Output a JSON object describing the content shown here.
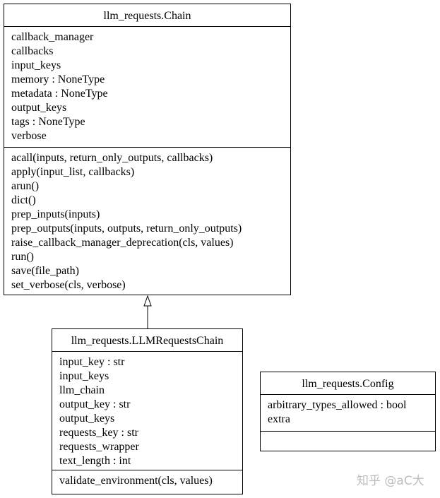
{
  "classes": {
    "chain": {
      "name": "llm_requests.Chain",
      "attributes": [
        "callback_manager",
        "callbacks",
        "input_keys",
        "memory : NoneType",
        "metadata : NoneType",
        "output_keys",
        "tags : NoneType",
        "verbose"
      ],
      "methods": [
        "acall(inputs, return_only_outputs, callbacks)",
        "apply(input_list, callbacks)",
        "arun()",
        "dict()",
        "prep_inputs(inputs)",
        "prep_outputs(inputs, outputs, return_only_outputs)",
        "raise_callback_manager_deprecation(cls, values)",
        "run()",
        "save(file_path)",
        "set_verbose(cls, verbose)"
      ]
    },
    "llm_requests_chain": {
      "name": "llm_requests.LLMRequestsChain",
      "attributes": [
        "input_key : str",
        "input_keys",
        "llm_chain",
        "output_key : str",
        "output_keys",
        "requests_key : str",
        "requests_wrapper",
        "text_length : int"
      ],
      "methods": [
        "validate_environment(cls, values)"
      ]
    },
    "config": {
      "name": "llm_requests.Config",
      "attributes": [
        "arbitrary_types_allowed : bool",
        "extra"
      ],
      "methods": []
    }
  },
  "relations": [
    {
      "type": "inheritance",
      "from": "llm_requests.LLMRequestsChain",
      "to": "llm_requests.Chain"
    }
  ],
  "watermark": "知乎 @aC大"
}
